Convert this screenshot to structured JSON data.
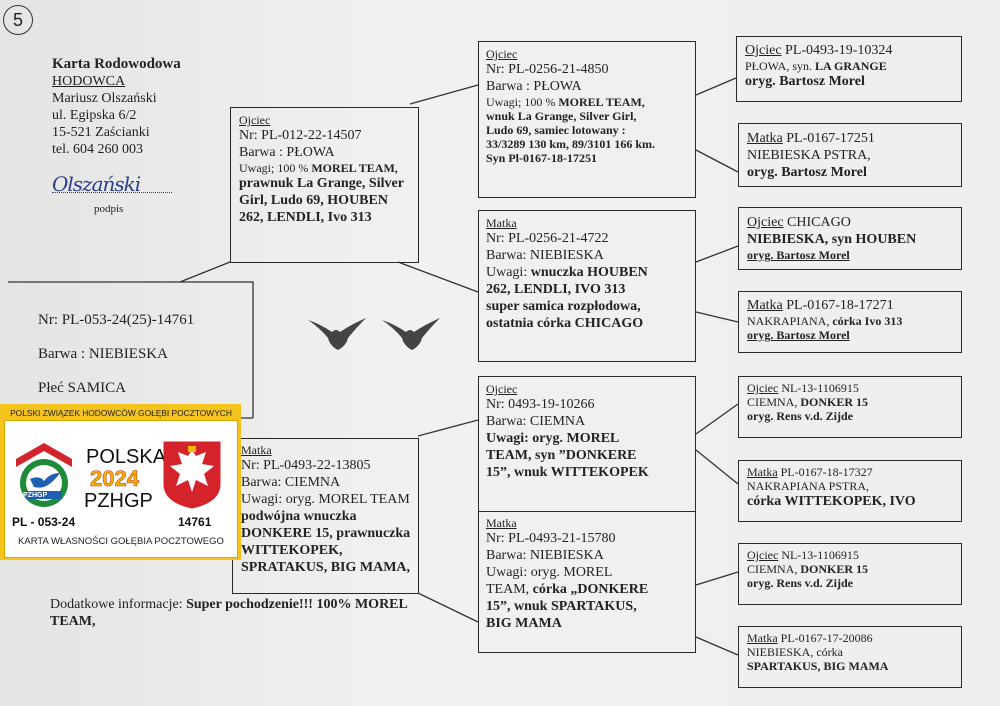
{
  "page_number": "5",
  "breeder": {
    "title": "Karta Rodowodowa",
    "label": "HODOWCA",
    "name": "Mariusz Olszański",
    "street": "ul. Egipska 6/2",
    "city": "15-521 Zaścianki",
    "phone": "tel. 604 260 003",
    "signature": "Olszański",
    "signature_caption": "podpis"
  },
  "bird": {
    "nr": "Nr: PL-053-24(25)-14761",
    "barwa": "Barwa : NIEBIESKA",
    "plec": "Płeć  SAMICA"
  },
  "father": {
    "header": "Ojciec",
    "nr": "Nr: PL-012-22-14507",
    "barwa": "Barwa : PŁOWA",
    "uwagi_label": "Uwagi; 100 % ",
    "uwagi_bold": "MOREL TEAM,",
    "lines": [
      "prawnuk La Grange, Silver",
      "Girl, Ludo 69, HOUBEN",
      "262, LENDLI, Ivo 313"
    ]
  },
  "mother": {
    "header": "Matka",
    "nr": "Nr: PL-0493-22-13805",
    "barwa": "Barwa: CIEMNA",
    "uwagi": "Uwagi: oryg. MOREL TEAM",
    "lines": [
      "podwójna wnuczka",
      "DONKERE 15,  prawnuczka",
      "WITTEKOPEK,",
      "SPRATAKUS, BIG MAMA,"
    ]
  },
  "ff": {
    "header": "Ojciec",
    "nr": "Nr: PL-0256-21-4850",
    "barwa": "Barwa : PŁOWA",
    "uwagi_label": "Uwagi; 100 % ",
    "uwagi_bold": "MOREL TEAM,",
    "lines": [
      "wnuk La Grange, Silver Girl,",
      "Ludo 69, samiec lotowany :",
      "33/3289 130 km, 89/3101 166 km.",
      "Syn Pl-0167-18-17251"
    ]
  },
  "fm": {
    "header": "Matka",
    "nr": "Nr: PL-0256-21-4722",
    "barwa": "Barwa: NIEBIESKA",
    "uwagi_label": "Uwagi: ",
    "uwagi_bold": "wnuczka HOUBEN",
    "lines": [
      "262, LENDLI, IVO 313",
      "super samica rozpłodowa,",
      "ostatnia córka CHICAGO"
    ]
  },
  "mf": {
    "header": "Ojciec",
    "nr": "Nr: 0493-19-10266",
    "barwa": "Barwa: CIEMNA",
    "lines": [
      "Uwagi: oryg. MOREL",
      "TEAM, syn ”DONKERE",
      "15”, wnuk WITTEKOPEK"
    ]
  },
  "mm": {
    "header": "Matka",
    "nr": "Nr: PL-0493-21-15780",
    "barwa": "Barwa: NIEBIESKA",
    "uwagi": "Uwagi: oryg. MOREL",
    "team_prefix": "TEAM,   ",
    "team_bold": "córka „DONKERE",
    "lines": [
      "15”, wnuk SPARTAKUS,",
      "BIG MAMA"
    ]
  },
  "gp": [
    {
      "header": "Ojciec",
      "nr": " PL-0493-19-10324",
      "line1_a": "PŁOWA,  syn. ",
      "line1_b": "LA GRANGE",
      "line2": "oryg. Bartosz Morel"
    },
    {
      "header": "Matka",
      "nr": " PL-0167-17251",
      "line1": "NIEBIESKA  PSTRA,",
      "line2": "oryg. Bartosz Morel"
    },
    {
      "header": "Ojciec",
      "nr": "  CHICAGO",
      "line1": "NIEBIESKA, syn HOUBEN",
      "line2": "oryg. Bartosz Morel"
    },
    {
      "header": "Matka",
      "nr": " PL-0167-18-17271",
      "line1_a": "NAKRAPIANA,  ",
      "line1_b": "córka Ivo 313",
      "line2": "oryg. Bartosz Morel"
    },
    {
      "header": "Ojciec",
      "nr": "  NL-13-1106915",
      "line1_a": "CIEMNA, ",
      "line1_b": "DONKER 15",
      "line2": "oryg. Rens v.d. Zijde"
    },
    {
      "header": "Matka",
      "nr": " PL-0167-18-17327",
      "line1": "NAKRAPIANA PSTRA,",
      "line2": "córka WITTEKOPEK, IVO"
    },
    {
      "header": "Ojciec",
      "nr": "  NL-13-1106915",
      "line1_a": "CIEMNA, ",
      "line1_b": "DONKER 15",
      "line2": "oryg. Rens v.d. Zijde"
    },
    {
      "header": "Matka",
      "nr": " PL-0167-17-20086",
      "line1": "NIEBIESKA,    córka",
      "line2": "SPARTAKUS, BIG MAMA"
    }
  ],
  "extra": {
    "label": "Dodatkowe informacje: ",
    "bold1": "Super pochodzenie!!! 100% MOREL",
    "bold2": "TEAM,"
  },
  "sticker": {
    "association": "POLSKI ZWIĄZEK HODOWCÓW GOŁĘBI POCZTOWYCH",
    "country": "POLSKA",
    "year": "2024",
    "org": "PZHGP",
    "logo_text": "PZHGP",
    "ring_left": "PL - 053-24",
    "ring_right": "14761",
    "footer": "KARTA  WŁASNOŚCI GOŁĘBIA POCZTOWEGO",
    "colors": {
      "background": "#f4c41c",
      "red": "#d4232b",
      "green": "#1f8a3a",
      "blue": "#1e5fb2"
    }
  }
}
